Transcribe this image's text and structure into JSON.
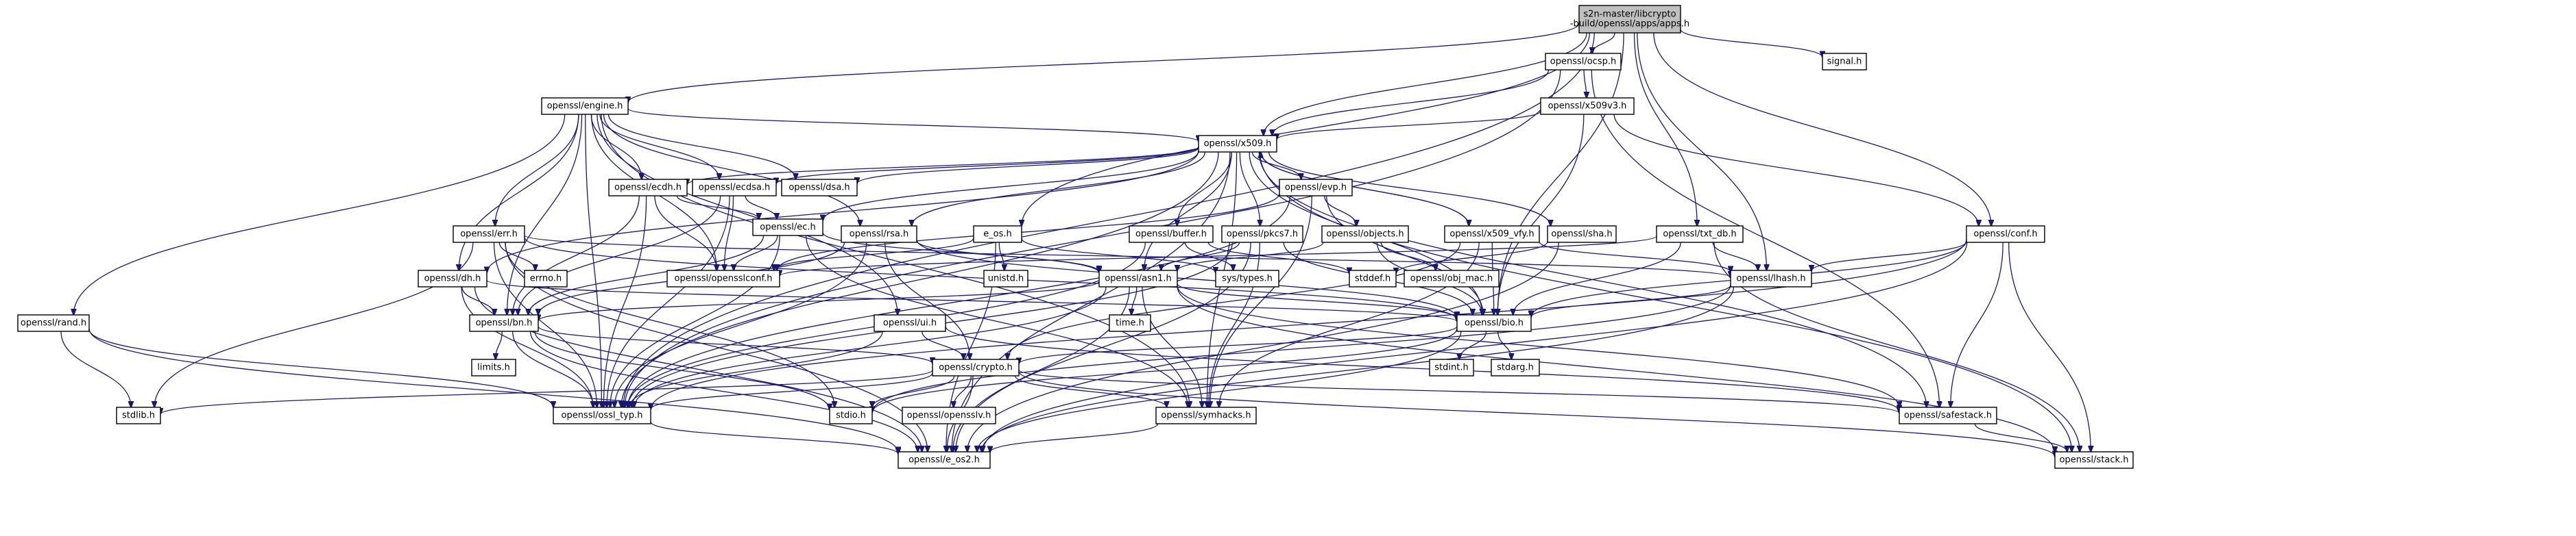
{
  "title": "s2n-master/libcrypto-build/openssl/apps/apps.h",
  "root": "apps_h",
  "nodes": [
    {
      "id": "apps_h",
      "label": "s2n-master/libcrypto\n-build/openssl/apps/apps.h",
      "kind": "root",
      "linked": false
    },
    {
      "id": "ocsp",
      "label": "openssl/ocsp.h",
      "kind": "header",
      "linked": true
    },
    {
      "id": "engine",
      "label": "openssl/engine.h",
      "kind": "header",
      "linked": true
    },
    {
      "id": "x509v3",
      "label": "openssl/x509v3.h",
      "kind": "header",
      "linked": true
    },
    {
      "id": "x509",
      "label": "openssl/x509.h",
      "kind": "header",
      "linked": true
    },
    {
      "id": "signal",
      "label": "signal.h",
      "kind": "system",
      "linked": false
    },
    {
      "id": "ecdh",
      "label": "openssl/ecdh.h",
      "kind": "header",
      "linked": true
    },
    {
      "id": "ecdsa",
      "label": "openssl/ecdsa.h",
      "kind": "header",
      "linked": true
    },
    {
      "id": "dsa",
      "label": "openssl/dsa.h",
      "kind": "system",
      "linked": false
    },
    {
      "id": "evp",
      "label": "openssl/evp.h",
      "kind": "header",
      "linked": true
    },
    {
      "id": "err",
      "label": "openssl/err.h",
      "kind": "header",
      "linked": true
    },
    {
      "id": "ec",
      "label": "openssl/ec.h",
      "kind": "header",
      "linked": true
    },
    {
      "id": "rsa",
      "label": "openssl/rsa.h",
      "kind": "header",
      "linked": true
    },
    {
      "id": "e_os",
      "label": "e_os.h",
      "kind": "header",
      "linked": true
    },
    {
      "id": "buffer",
      "label": "openssl/buffer.h",
      "kind": "header",
      "linked": true
    },
    {
      "id": "pkcs7",
      "label": "openssl/pkcs7.h",
      "kind": "header",
      "linked": true
    },
    {
      "id": "objects",
      "label": "openssl/objects.h",
      "kind": "header",
      "linked": true
    },
    {
      "id": "x509_vfy",
      "label": "openssl/x509_vfy.h",
      "kind": "header",
      "linked": true
    },
    {
      "id": "sha",
      "label": "openssl/sha.h",
      "kind": "header",
      "linked": true
    },
    {
      "id": "txt_db",
      "label": "openssl/txt_db.h",
      "kind": "header",
      "linked": true
    },
    {
      "id": "conf",
      "label": "openssl/conf.h",
      "kind": "header",
      "linked": true
    },
    {
      "id": "dh",
      "label": "openssl/dh.h",
      "kind": "header",
      "linked": true
    },
    {
      "id": "errno",
      "label": "errno.h",
      "kind": "system",
      "linked": false
    },
    {
      "id": "opensslconf",
      "label": "openssl/opensslconf.h",
      "kind": "header",
      "linked": true
    },
    {
      "id": "unistd",
      "label": "unistd.h",
      "kind": "system",
      "linked": false
    },
    {
      "id": "asn1",
      "label": "openssl/asn1.h",
      "kind": "header",
      "linked": true
    },
    {
      "id": "sys_types",
      "label": "sys/types.h",
      "kind": "system",
      "linked": false
    },
    {
      "id": "stddef",
      "label": "stddef.h",
      "kind": "system",
      "linked": false
    },
    {
      "id": "obj_mac",
      "label": "openssl/obj_mac.h",
      "kind": "header",
      "linked": true
    },
    {
      "id": "lhash",
      "label": "openssl/lhash.h",
      "kind": "header",
      "linked": true
    },
    {
      "id": "rand",
      "label": "openssl/rand.h",
      "kind": "header",
      "linked": true
    },
    {
      "id": "bn",
      "label": "openssl/bn.h",
      "kind": "header",
      "linked": true
    },
    {
      "id": "ui",
      "label": "openssl/ui.h",
      "kind": "header",
      "linked": true
    },
    {
      "id": "time",
      "label": "time.h",
      "kind": "system",
      "linked": false
    },
    {
      "id": "bio",
      "label": "openssl/bio.h",
      "kind": "header",
      "linked": true
    },
    {
      "id": "limits",
      "label": "limits.h",
      "kind": "system",
      "linked": false
    },
    {
      "id": "crypto",
      "label": "openssl/crypto.h",
      "kind": "header",
      "linked": true
    },
    {
      "id": "stdint",
      "label": "stdint.h",
      "kind": "system",
      "linked": false
    },
    {
      "id": "stdarg",
      "label": "stdarg.h",
      "kind": "system",
      "linked": false
    },
    {
      "id": "stdlib",
      "label": "stdlib.h",
      "kind": "system",
      "linked": false
    },
    {
      "id": "ossl_typ",
      "label": "openssl/ossl_typ.h",
      "kind": "header",
      "linked": true
    },
    {
      "id": "stdio",
      "label": "stdio.h",
      "kind": "system",
      "linked": false
    },
    {
      "id": "opensslv",
      "label": "openssl/opensslv.h",
      "kind": "header",
      "linked": true
    },
    {
      "id": "symhacks",
      "label": "openssl/symhacks.h",
      "kind": "header",
      "linked": true
    },
    {
      "id": "safestack",
      "label": "openssl/safestack.h",
      "kind": "header",
      "linked": true
    },
    {
      "id": "e_os2",
      "label": "openssl/e_os2.h",
      "kind": "header",
      "linked": true
    },
    {
      "id": "stack",
      "label": "openssl/stack.h",
      "kind": "header",
      "linked": true
    }
  ],
  "edges": [
    [
      "apps_h",
      "ocsp"
    ],
    [
      "apps_h",
      "engine"
    ],
    [
      "apps_h",
      "x509"
    ],
    [
      "apps_h",
      "signal"
    ],
    [
      "apps_h",
      "e_os"
    ],
    [
      "apps_h",
      "txt_db"
    ],
    [
      "apps_h",
      "conf"
    ],
    [
      "apps_h",
      "lhash"
    ],
    [
      "apps_h",
      "bio"
    ],
    [
      "apps_h",
      "ossl_typ"
    ],
    [
      "ocsp",
      "x509v3"
    ],
    [
      "ocsp",
      "x509"
    ],
    [
      "ocsp",
      "ossl_typ"
    ],
    [
      "ocsp",
      "safestack"
    ],
    [
      "x509v3",
      "x509"
    ],
    [
      "x509v3",
      "bio"
    ],
    [
      "x509v3",
      "conf"
    ],
    [
      "engine",
      "opensslconf"
    ],
    [
      "engine",
      "bn"
    ],
    [
      "engine",
      "rsa"
    ],
    [
      "engine",
      "dsa"
    ],
    [
      "engine",
      "dh"
    ],
    [
      "engine",
      "ecdh"
    ],
    [
      "engine",
      "ecdsa"
    ],
    [
      "engine",
      "rand"
    ],
    [
      "engine",
      "ui"
    ],
    [
      "engine",
      "err"
    ],
    [
      "engine",
      "ossl_typ"
    ],
    [
      "engine",
      "symhacks"
    ],
    [
      "engine",
      "x509"
    ],
    [
      "x509",
      "e_os2"
    ],
    [
      "x509",
      "symhacks"
    ],
    [
      "x509",
      "buffer"
    ],
    [
      "x509",
      "evp"
    ],
    [
      "x509",
      "bio"
    ],
    [
      "x509",
      "stack"
    ],
    [
      "x509",
      "asn1"
    ],
    [
      "x509",
      "safestack"
    ],
    [
      "x509",
      "ec"
    ],
    [
      "x509",
      "ecdsa"
    ],
    [
      "x509",
      "ecdh"
    ],
    [
      "x509",
      "rsa"
    ],
    [
      "x509",
      "dsa"
    ],
    [
      "x509",
      "dh"
    ],
    [
      "x509",
      "sha"
    ],
    [
      "x509",
      "ossl_typ"
    ],
    [
      "x509",
      "x509_vfy"
    ],
    [
      "x509",
      "pkcs7"
    ],
    [
      "ecdh",
      "opensslconf"
    ],
    [
      "ecdh",
      "ec"
    ],
    [
      "ecdh",
      "ossl_typ"
    ],
    [
      "ecdh",
      "bn"
    ],
    [
      "ecdsa",
      "opensslconf"
    ],
    [
      "ecdsa",
      "ec"
    ],
    [
      "ecdsa",
      "ossl_typ"
    ],
    [
      "ecdsa",
      "bn"
    ],
    [
      "evp",
      "opensslconf"
    ],
    [
      "evp",
      "ossl_typ"
    ],
    [
      "evp",
      "symhacks"
    ],
    [
      "evp",
      "bio"
    ],
    [
      "evp",
      "objects"
    ],
    [
      "err",
      "stdio"
    ],
    [
      "err",
      "stdlib"
    ],
    [
      "err",
      "e_os2"
    ],
    [
      "err",
      "ossl_typ"
    ],
    [
      "err",
      "bio"
    ],
    [
      "err",
      "lhash"
    ],
    [
      "err",
      "errno"
    ],
    [
      "ec",
      "opensslconf"
    ],
    [
      "ec",
      "asn1"
    ],
    [
      "ec",
      "symhacks"
    ],
    [
      "ec",
      "bn"
    ],
    [
      "ec",
      "ossl_typ"
    ],
    [
      "rsa",
      "asn1"
    ],
    [
      "rsa",
      "bio"
    ],
    [
      "rsa",
      "crypto"
    ],
    [
      "rsa",
      "ossl_typ"
    ],
    [
      "rsa",
      "bn"
    ],
    [
      "e_os",
      "opensslconf"
    ],
    [
      "e_os",
      "e_os2"
    ],
    [
      "e_os",
      "unistd"
    ],
    [
      "e_os",
      "sys_types"
    ],
    [
      "buffer",
      "ossl_typ"
    ],
    [
      "buffer",
      "stddef"
    ],
    [
      "buffer",
      "sys_types"
    ],
    [
      "pkcs7",
      "asn1"
    ],
    [
      "pkcs7",
      "bio"
    ],
    [
      "pkcs7",
      "e_os2"
    ],
    [
      "pkcs7",
      "symhacks"
    ],
    [
      "pkcs7",
      "ossl_typ"
    ],
    [
      "objects",
      "obj_mac"
    ],
    [
      "objects",
      "bio"
    ],
    [
      "objects",
      "asn1"
    ],
    [
      "x509_vfy",
      "x509"
    ],
    [
      "x509_vfy",
      "lhash"
    ],
    [
      "x509_vfy",
      "bio"
    ],
    [
      "x509_vfy",
      "crypto"
    ],
    [
      "x509_vfy",
      "symhacks"
    ],
    [
      "sha",
      "e_os2"
    ],
    [
      "sha",
      "stddef"
    ],
    [
      "txt_db",
      "opensslconf"
    ],
    [
      "txt_db",
      "bio"
    ],
    [
      "txt_db",
      "stack"
    ],
    [
      "txt_db",
      "lhash"
    ],
    [
      "conf",
      "bio"
    ],
    [
      "conf",
      "lhash"
    ],
    [
      "conf",
      "stack"
    ],
    [
      "conf",
      "safestack"
    ],
    [
      "conf",
      "e_os2"
    ],
    [
      "conf",
      "ossl_typ"
    ],
    [
      "dh",
      "e_os2"
    ],
    [
      "dh",
      "bio"
    ],
    [
      "dh",
      "ossl_typ"
    ],
    [
      "dh",
      "bn"
    ],
    [
      "asn1",
      "time"
    ],
    [
      "asn1",
      "e_os2"
    ],
    [
      "asn1",
      "bio"
    ],
    [
      "asn1",
      "stack"
    ],
    [
      "asn1",
      "safestack"
    ],
    [
      "asn1",
      "symhacks"
    ],
    [
      "asn1",
      "ossl_typ"
    ],
    [
      "asn1",
      "bn"
    ],
    [
      "lhash",
      "e_os2"
    ],
    [
      "lhash",
      "stdio"
    ],
    [
      "lhash",
      "bio"
    ],
    [
      "rand",
      "stdlib"
    ],
    [
      "rand",
      "ossl_typ"
    ],
    [
      "rand",
      "e_os2"
    ],
    [
      "bn",
      "e_os2"
    ],
    [
      "bn",
      "stdio"
    ],
    [
      "bn",
      "ossl_typ"
    ],
    [
      "bn",
      "crypto"
    ],
    [
      "bn",
      "limits"
    ],
    [
      "ui",
      "crypto"
    ],
    [
      "ui",
      "safestack"
    ],
    [
      "ui",
      "ossl_typ"
    ],
    [
      "bio",
      "e_os2"
    ],
    [
      "bio",
      "stdio"
    ],
    [
      "bio",
      "stdarg"
    ],
    [
      "bio",
      "crypto"
    ],
    [
      "bio",
      "stdint"
    ],
    [
      "crypto",
      "stdlib"
    ],
    [
      "crypto",
      "e_os2"
    ],
    [
      "crypto",
      "stdio"
    ],
    [
      "crypto",
      "stack"
    ],
    [
      "crypto",
      "safestack"
    ],
    [
      "crypto",
      "opensslv"
    ],
    [
      "crypto",
      "ossl_typ"
    ],
    [
      "crypto",
      "symhacks"
    ],
    [
      "ossl_typ",
      "e_os2"
    ],
    [
      "symhacks",
      "e_os2"
    ],
    [
      "safestack",
      "stack"
    ]
  ]
}
